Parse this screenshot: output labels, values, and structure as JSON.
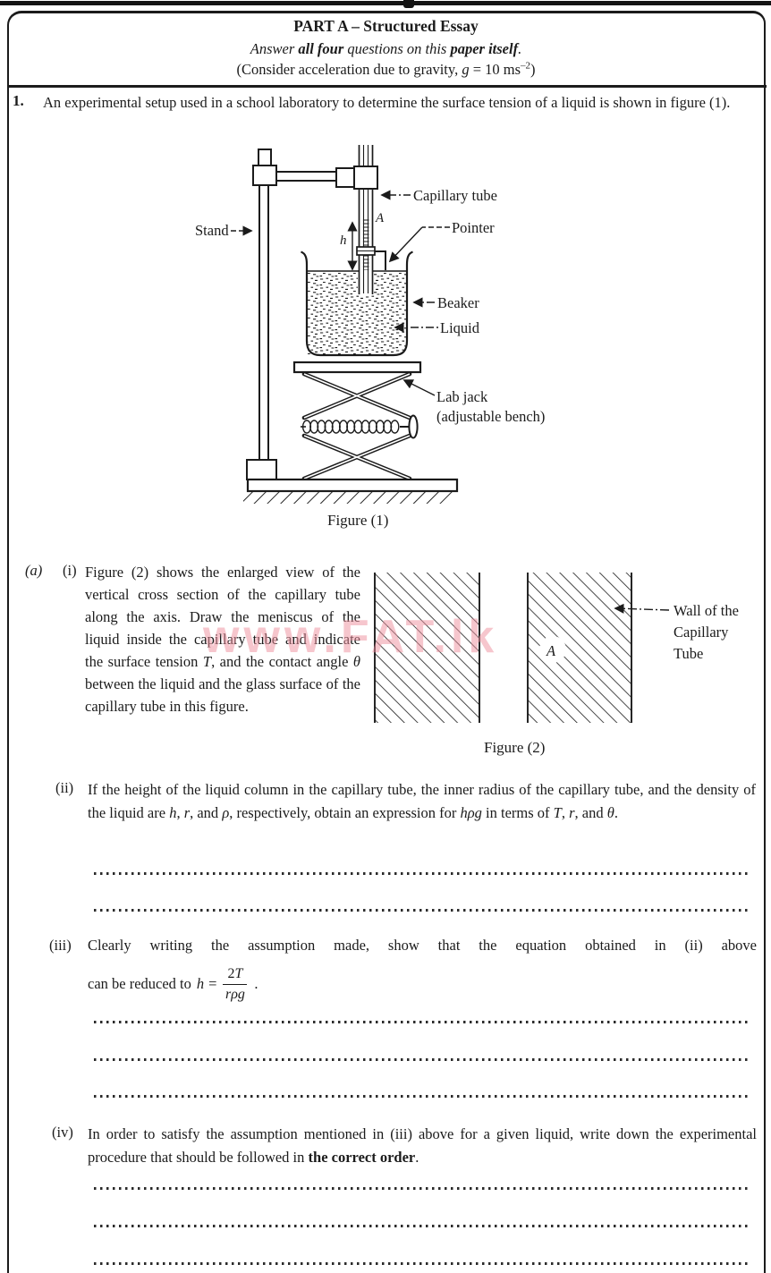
{
  "header": {
    "title": "PART A – Structured Essay",
    "instruction_parts": [
      "Answer ",
      "all four",
      " questions on this ",
      "paper itself",
      "."
    ],
    "gravity_parts": [
      "(Consider acceleration due to gravity, ",
      "g",
      " = 10 ms",
      "–2",
      ")"
    ]
  },
  "question1": {
    "number": "1.",
    "intro": "An experimental setup used in a school laboratory to determine the surface tension of a liquid is shown in figure (1)."
  },
  "figure1": {
    "caption": "Figure (1)",
    "labels": {
      "stand": "Stand",
      "capillary_tube": "Capillary tube",
      "pointer": "Pointer",
      "beaker": "Beaker",
      "liquid": "Liquid",
      "lab_jack_1": "Lab jack",
      "lab_jack_2": "(adjustable bench)",
      "height": "h",
      "point_a": "A"
    }
  },
  "part_a": {
    "label": "(a)",
    "item_i": {
      "label": "(i)",
      "parts": [
        "Figure (2) shows the enlarged view of the vertical cross section of the capillary tube along the axis. Draw the meniscus of the liquid inside the capillary tube and indicate the surface tension ",
        "T",
        ", and the contact angle ",
        "θ",
        " between the liquid and the glass surface of the capillary tube in this figure."
      ]
    },
    "figure2": {
      "caption": "Figure (2)",
      "point_a": "A",
      "wall_line1": "Wall of the",
      "wall_line2": "Capillary",
      "wall_line3": "Tube"
    },
    "item_ii": {
      "label": "(ii)",
      "parts": [
        "If the height of the liquid column in the capillary tube, the inner radius of the capillary tube, and the density of the liquid are ",
        "h",
        ", ",
        "r",
        ", and ",
        "ρ",
        ", respectively, obtain an expression for ",
        "hρg",
        " in terms of ",
        "T",
        ", ",
        "r",
        ", and ",
        "θ",
        "."
      ]
    },
    "item_iii": {
      "label": "(iii)",
      "line1": "Clearly writing the assumption made, show that the equation obtained in (ii) above",
      "line2_pre": "can be reduced to ",
      "formula_lhs": "h",
      "formula_eq": "=",
      "formula_num_coeff": "2",
      "formula_num_var": "T",
      "formula_den": "rρg",
      "period": "."
    },
    "item_iv": {
      "label": "(iv)",
      "parts": [
        "In order to satisfy the assumption mentioned in (iii) above for a given liquid, write down the experimental procedure that should be followed in ",
        "the correct order",
        "."
      ]
    }
  },
  "watermark": "www.FAT.lk",
  "colors": {
    "ink": "#1b1b1b",
    "watermark_pink": "#ee8f9d"
  }
}
